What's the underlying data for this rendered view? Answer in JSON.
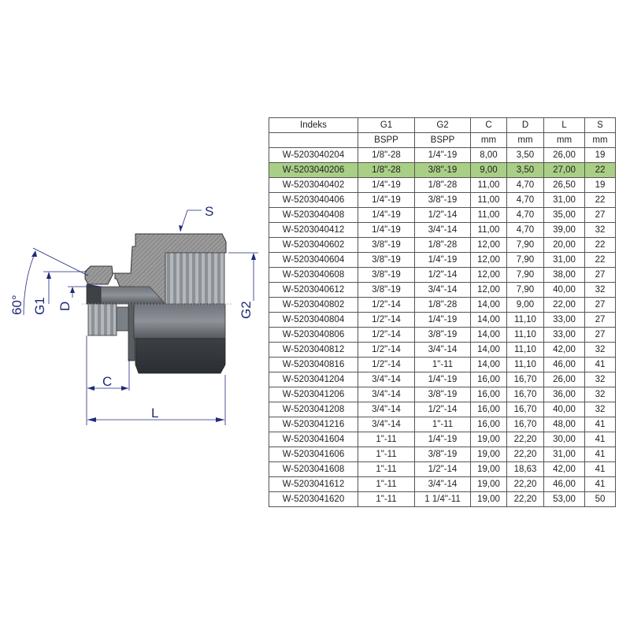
{
  "drawing": {
    "labels": {
      "S": "S",
      "angle": "60°",
      "G1": "G1",
      "D": "D",
      "G2": "G2",
      "C": "C",
      "L": "L"
    },
    "colors": {
      "dimension": "#1f2a7a",
      "section": "#8a8a8a",
      "body": "#4a4f55"
    }
  },
  "table": {
    "highlight_color": "#a9cf86",
    "headers": [
      "Indeks",
      "G1",
      "G2",
      "C",
      "D",
      "L",
      "S"
    ],
    "units": [
      "",
      "BSPP",
      "BSPP",
      "mm",
      "mm",
      "mm",
      "mm"
    ],
    "highlighted_index": 1,
    "rows": [
      [
        "W-5203040204",
        "1/8\"-28",
        "1/4\"-19",
        "8,00",
        "3,50",
        "26,00",
        "19"
      ],
      [
        "W-5203040206",
        "1/8\"-28",
        "3/8\"-19",
        "9,00",
        "3,50",
        "27,00",
        "22"
      ],
      [
        "W-5203040402",
        "1/4\"-19",
        "1/8\"-28",
        "11,00",
        "4,70",
        "26,50",
        "19"
      ],
      [
        "W-5203040406",
        "1/4\"-19",
        "3/8\"-19",
        "11,00",
        "4,70",
        "31,00",
        "22"
      ],
      [
        "W-5203040408",
        "1/4\"-19",
        "1/2\"-14",
        "11,00",
        "4,70",
        "35,00",
        "27"
      ],
      [
        "W-5203040412",
        "1/4\"-19",
        "3/4\"-14",
        "11,00",
        "4,70",
        "39,00",
        "32"
      ],
      [
        "W-5203040602",
        "3/8\"-19",
        "1/8\"-28",
        "12,00",
        "7,90",
        "20,00",
        "22"
      ],
      [
        "W-5203040604",
        "3/8\"-19",
        "1/4\"-19",
        "12,00",
        "7,90",
        "31,00",
        "22"
      ],
      [
        "W-5203040608",
        "3/8\"-19",
        "1/2\"-14",
        "12,00",
        "7,90",
        "38,00",
        "27"
      ],
      [
        "W-5203040612",
        "3/8\"-19",
        "3/4\"-14",
        "12,00",
        "7,90",
        "40,00",
        "32"
      ],
      [
        "W-5203040802",
        "1/2\"-14",
        "1/8\"-28",
        "14,00",
        "9,00",
        "22,00",
        "27"
      ],
      [
        "W-5203040804",
        "1/2\"-14",
        "1/4\"-19",
        "14,00",
        "11,10",
        "33,00",
        "27"
      ],
      [
        "W-5203040806",
        "1/2\"-14",
        "3/8\"-19",
        "14,00",
        "11,10",
        "33,00",
        "27"
      ],
      [
        "W-5203040812",
        "1/2\"-14",
        "3/4\"-14",
        "14,00",
        "11,10",
        "42,00",
        "32"
      ],
      [
        "W-5203040816",
        "1/2\"-14",
        "1\"-11",
        "14,00",
        "11,10",
        "46,00",
        "41"
      ],
      [
        "W-5203041204",
        "3/4\"-14",
        "1/4\"-19",
        "16,00",
        "16,70",
        "26,00",
        "32"
      ],
      [
        "W-5203041206",
        "3/4\"-14",
        "3/8\"-19",
        "16,00",
        "16,70",
        "36,00",
        "32"
      ],
      [
        "W-5203041208",
        "3/4\"-14",
        "1/2\"-14",
        "16,00",
        "16,70",
        "40,00",
        "32"
      ],
      [
        "W-5203041216",
        "3/4\"-14",
        "1\"-11",
        "16,00",
        "16,70",
        "48,00",
        "41"
      ],
      [
        "W-5203041604",
        "1\"-11",
        "1/4\"-19",
        "19,00",
        "22,20",
        "30,00",
        "41"
      ],
      [
        "W-5203041606",
        "1\"-11",
        "3/8\"-19",
        "19,00",
        "22,20",
        "31,00",
        "41"
      ],
      [
        "W-5203041608",
        "1\"-11",
        "1/2\"-14",
        "19,00",
        "18,63",
        "42,00",
        "41"
      ],
      [
        "W-5203041612",
        "1\"-11",
        "3/4\"-14",
        "19,00",
        "22,20",
        "46,00",
        "41"
      ],
      [
        "W-5203041620",
        "1\"-11",
        "1 1/4\"-11",
        "19,00",
        "22,20",
        "53,00",
        "50"
      ]
    ]
  }
}
